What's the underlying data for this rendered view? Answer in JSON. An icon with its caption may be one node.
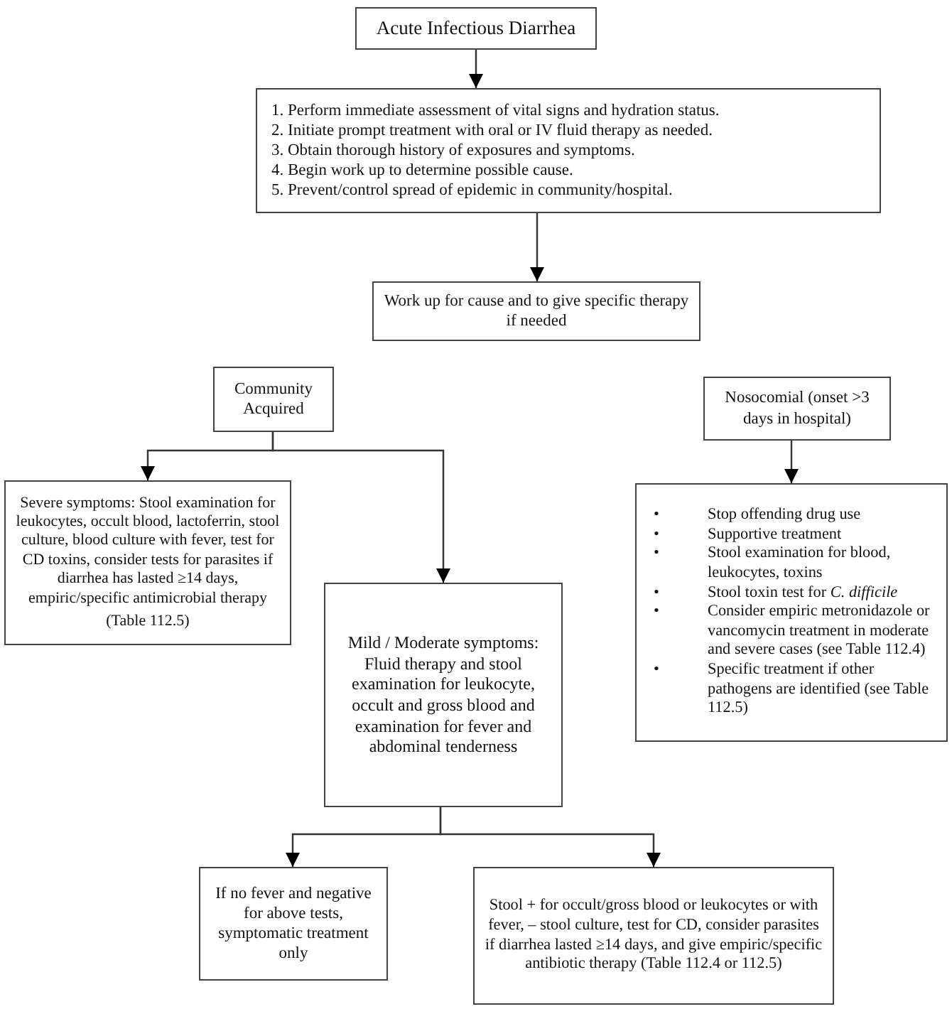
{
  "diagram": {
    "nodes": [
      {
        "text": [
          "Acute Infectious Diarrhea"
        ]
      },
      {
        "text": [
          "1. Perform immediate assessment of vital signs and hydration status.",
          "2. Initiate prompt treatment with oral or IV fluid therapy as needed.",
          "3. Obtain thorough history of exposures and symptoms.",
          "4. Begin work up to determine possible cause.",
          "5. Prevent/control spread of epidemic in community/hospital."
        ]
      },
      {
        "text": [
          "Work up for cause and to give specific therapy if needed"
        ]
      },
      {
        "text": [
          "Community Acquired"
        ]
      },
      {
        "text": [
          "Severe symptoms: Stool examination for leukocytes, occult blood, lactoferrin, stool culture, blood culture with fever, test for CD toxins, consider tests for parasites if diarrhea has lasted ≥14 days, empiric/specific antimicrobial therapy",
          "(Table 112.5)"
        ]
      },
      {
        "text": [
          "Mild / Moderate symptoms:",
          "Fluid therapy and stool examination for leukocyte, occult and gross blood and examination for fever and abdominal tenderness"
        ]
      },
      {
        "text": [
          "Nosocomial (onset >3 days in hospital)"
        ]
      },
      {
        "text": [
          "Stop offending drug use",
          "Supportive treatment",
          "Stool examination for blood, leukocytes, toxins",
          "Stool toxin test for *C. difficile*",
          "Consider empiric metronidazole or vancomycin treatment in moderate and severe cases (see Table 112.4)",
          "Specific treatment if other pathogens are identified (see Table 112.5)"
        ]
      },
      {
        "text": [
          "If no fever and negative for above tests, symptomatic treatment only"
        ]
      },
      {
        "text": [
          "Stool + for occult/gross blood or leukocytes or with fever, – stool culture, test for CD, consider parasites if diarrhea lasted ≥14 days, and give empiric/specific antibiotic therapy (Table 112.4 or 112.5)"
        ]
      }
    ],
    "edges": [
      {
        "from": 0,
        "to": 1,
        "arrow": "to"
      },
      {
        "from": 1,
        "to": 2,
        "arrow": "to"
      },
      {
        "from": 3,
        "to": 4,
        "arrow": "to"
      },
      {
        "from": 3,
        "to": 5,
        "arrow": "to"
      },
      {
        "from": 6,
        "to": 7,
        "arrow": "to"
      },
      {
        "from": 5,
        "to": 8,
        "arrow": "to"
      },
      {
        "from": 5,
        "to": 9,
        "arrow": "to"
      }
    ],
    "labels": [
      "•",
      "•",
      "•",
      "•",
      "•",
      "•"
    ]
  }
}
